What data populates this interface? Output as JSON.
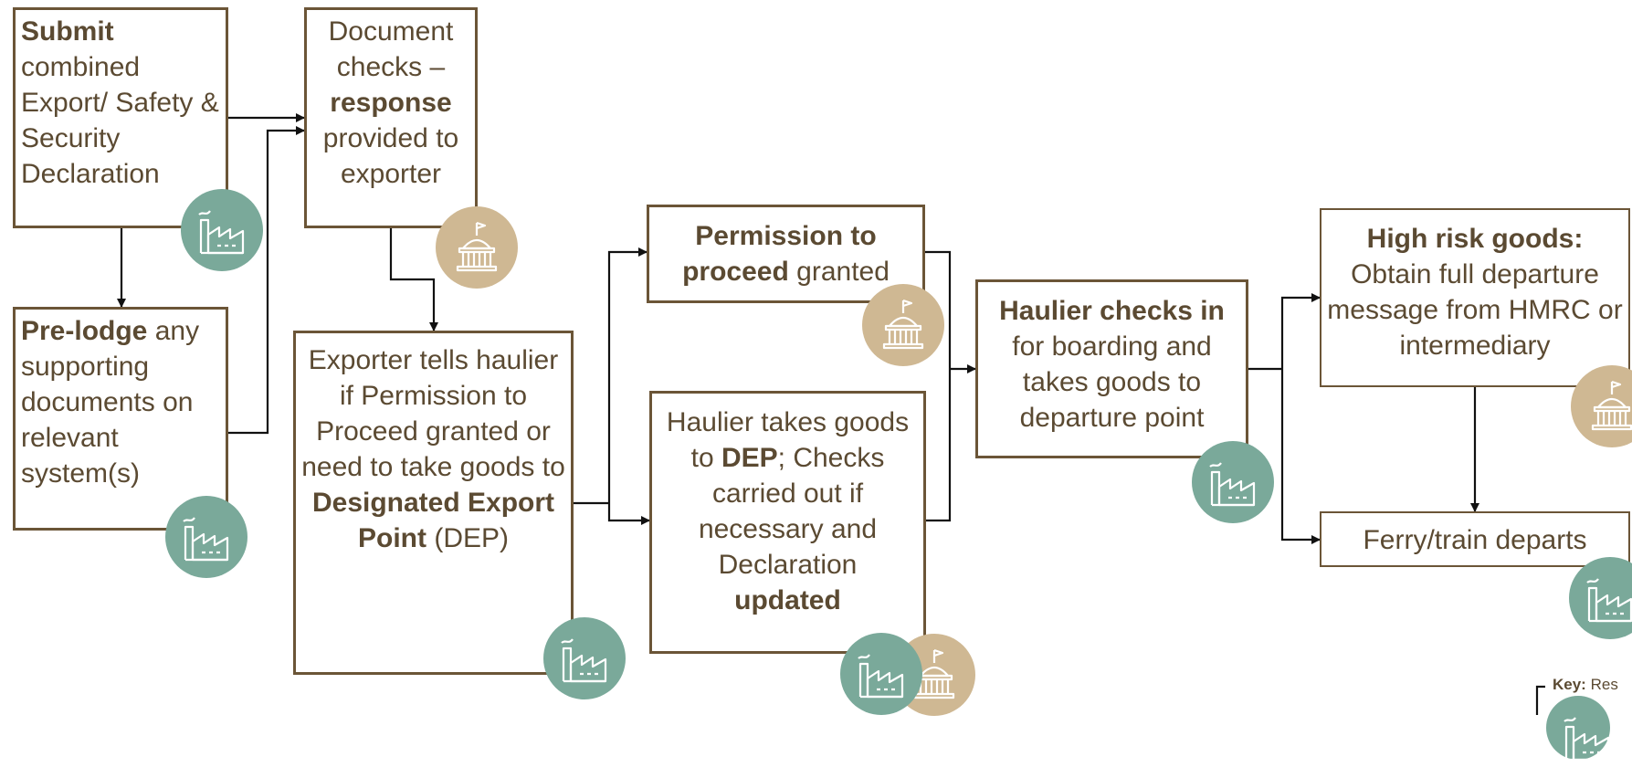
{
  "boxes": {
    "submit": {
      "bold": "Submit",
      "rest": "combined Export/ Safety & Security Declaration"
    },
    "prelodge": {
      "bold": "Pre-lodge",
      "rest": " any supporting documents on relevant system(s)"
    },
    "doc_checks": {
      "pre": "Document checks –",
      "bold": "response",
      "post": "provided to exporter"
    },
    "exporter_tells": {
      "pre": "Exporter tells haulier if Permission to Proceed granted or need to take goods to",
      "bold": "Designated Export Point",
      "post": " (DEP)"
    },
    "permission": {
      "bold1": "Permission to",
      "bold2": "proceed",
      "post": " granted"
    },
    "haulier_dep": {
      "pre": "Haulier takes goods to ",
      "bold1": "DEP",
      "mid": "; Checks carried out if necessary and Declaration",
      "bold2": "updated"
    },
    "haulier_checks": {
      "bold": "Haulier checks in",
      "rest": "for boarding and takes goods to departure point"
    },
    "high_risk": {
      "bold": "High risk goods:",
      "rest": "Obtain full departure message from HMRC or intermediary"
    },
    "ferry": {
      "text": "Ferry/train departs"
    }
  },
  "key": {
    "label": "Key:",
    "text": "Res"
  },
  "icons": {
    "factory": "factory-icon",
    "government": "government-building-icon",
    "colors": {
      "factory": "#7aa99a",
      "government": "#cfb893",
      "border": "#6b5537",
      "text": "#5b4a32"
    }
  }
}
